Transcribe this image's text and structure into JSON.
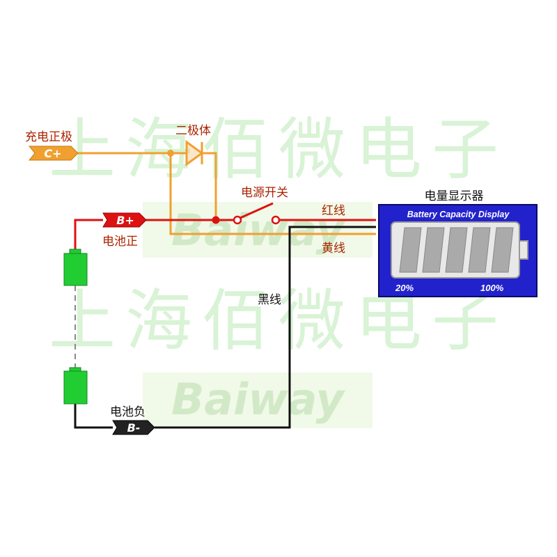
{
  "watermark": {
    "chinese": "上海佰微电子",
    "brand": "Baiway"
  },
  "labels": {
    "charge_positive": "充电正极",
    "diode": "二极体",
    "power_switch": "电源开关",
    "red_wire": "红线",
    "yellow_wire": "黄线",
    "black_wire": "黑线",
    "battery_positive": "电池正",
    "battery_negative": "电池负",
    "display_caption": "电量显示器"
  },
  "terminals": {
    "c_plus": "C+",
    "b_plus": "B+",
    "b_minus": "B-"
  },
  "display": {
    "title": "Battery Capacity Display",
    "min_label": "20%",
    "max_label": "100%",
    "segments": 5
  },
  "colors": {
    "orange": "#f0a030",
    "red": "#dd1111",
    "black": "#111111",
    "battery_green": "#22cc33",
    "display_blue": "#2222cc",
    "watermark_green": "#ccefc8"
  }
}
